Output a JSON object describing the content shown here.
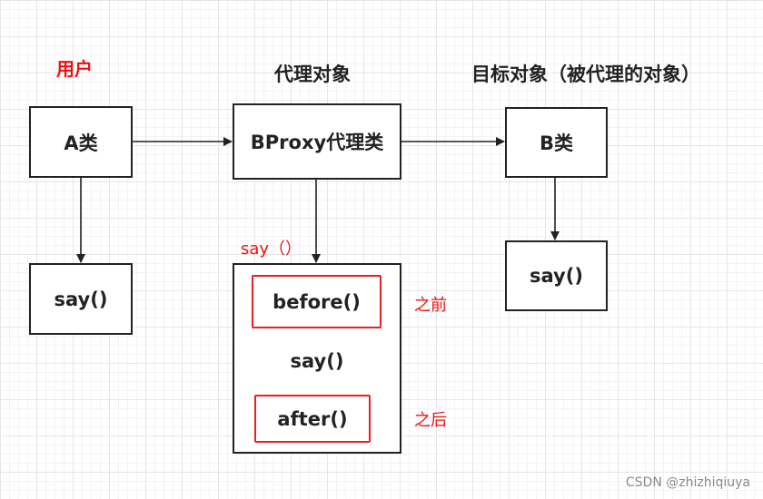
{
  "headings": {
    "user": "用户",
    "proxy_object": "代理对象",
    "target_object": "目标对象（被代理的对象）"
  },
  "boxes": {
    "a_class": "A类",
    "a_say": "say()",
    "bproxy_class": "BProxy代理类",
    "b_class": "B类",
    "b_say": "say()"
  },
  "proxy_method": {
    "before": "before()",
    "say": "say()",
    "after": "after()"
  },
  "annotations": {
    "call_say": "say（）",
    "before_note": "之前",
    "after_note": "之后"
  },
  "watermark": "CSDN @zhizhiqiuya",
  "colors": {
    "highlight": "#e82020",
    "line": "#222222"
  }
}
